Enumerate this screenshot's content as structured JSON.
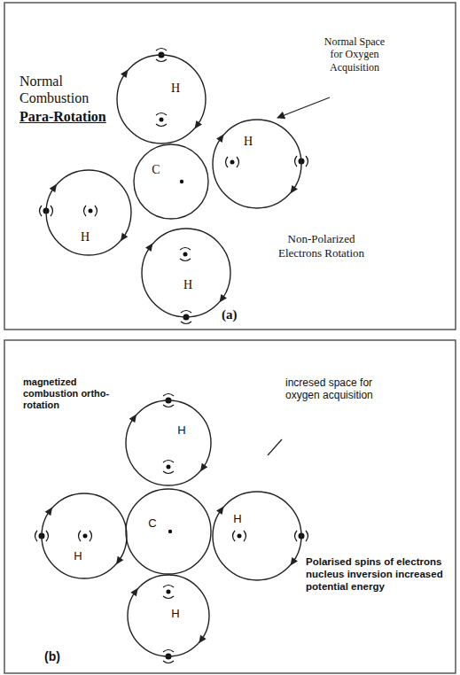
{
  "diagram": {
    "nodes": [
      {
        "text": [
          "H"
        ]
      },
      {
        "text": [
          "H"
        ]
      },
      {
        "text": [
          "C"
        ]
      },
      {
        "text": [
          "H"
        ]
      },
      {
        "text": [
          "H"
        ]
      },
      {
        "text": [
          "H"
        ]
      },
      {
        "text": [
          "H"
        ]
      },
      {
        "text": [
          "C"
        ]
      },
      {
        "text": [
          "H"
        ]
      },
      {
        "text": [
          "H"
        ]
      }
    ],
    "labels": [
      "Normal Combustion",
      "Para-Rotation",
      "Normal Space for Oxygen Acquisition",
      "Non-Polarized Electrons Rotation",
      "(a)",
      "magnetized combustion ortho-rotation",
      "incresed space for oxygen acquisition",
      "Polarised spins of electrons nucleus inversion increased potential energy",
      "(b)"
    ]
  }
}
